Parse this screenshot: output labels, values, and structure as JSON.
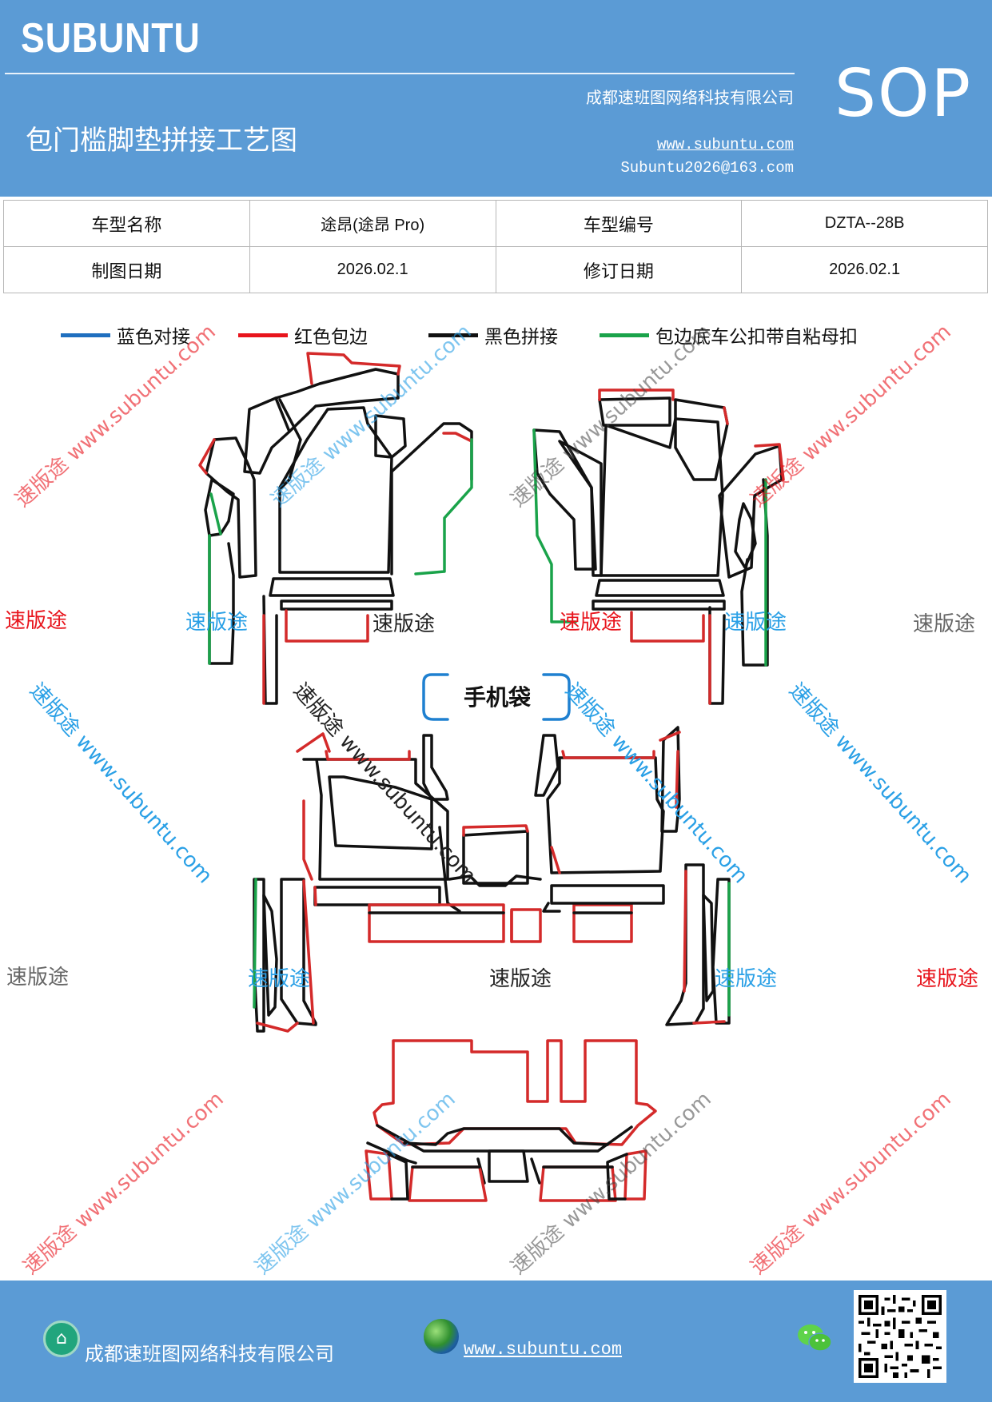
{
  "header": {
    "brand": "SUBUNTU",
    "company": "成都速班图网络科技有限公司",
    "doc_type": "SOP",
    "title": "包门槛脚垫拼接工艺图",
    "website": "www.subuntu.com",
    "email": "Subuntu2026@163.com"
  },
  "info_table": {
    "row1": {
      "label1": "车型名称",
      "value1": "途昂(途昂 Pro)",
      "label2": "车型编号",
      "value2": "DZTA--28B"
    },
    "row2": {
      "label1": "制图日期",
      "value1": "2026.02.1",
      "label2": "修订日期",
      "value2": "2026.02.1"
    }
  },
  "legend": [
    {
      "label": "蓝色对接",
      "color": "#1f6fbf"
    },
    {
      "label": "红色包边",
      "color": "#e8141c"
    },
    {
      "label": "黑色拼接",
      "color": "#111111"
    },
    {
      "label": "包边底车公扣带自粘母扣",
      "color": "#1aa34a"
    }
  ],
  "diagram": {
    "phone_bag_label": "手机袋",
    "colors": {
      "edge_red": "#d42a2a",
      "seam_black": "#111111",
      "join_blue": "#1f80d0",
      "snap_green": "#1aa34a"
    }
  },
  "watermarks": {
    "brand_cn": "速版途",
    "diagonal_text": "速版途 www.subuntu.com",
    "colors": {
      "red": "#e8141c",
      "blue": "#2aa0e6",
      "gray": "#666666",
      "dark": "#222222"
    }
  },
  "footer": {
    "company": "成都速班图网络科技有限公司",
    "website": "www.subuntu.com"
  },
  "icons": [
    "home-icon",
    "globe-icon",
    "wechat-icon",
    "qr-code"
  ]
}
